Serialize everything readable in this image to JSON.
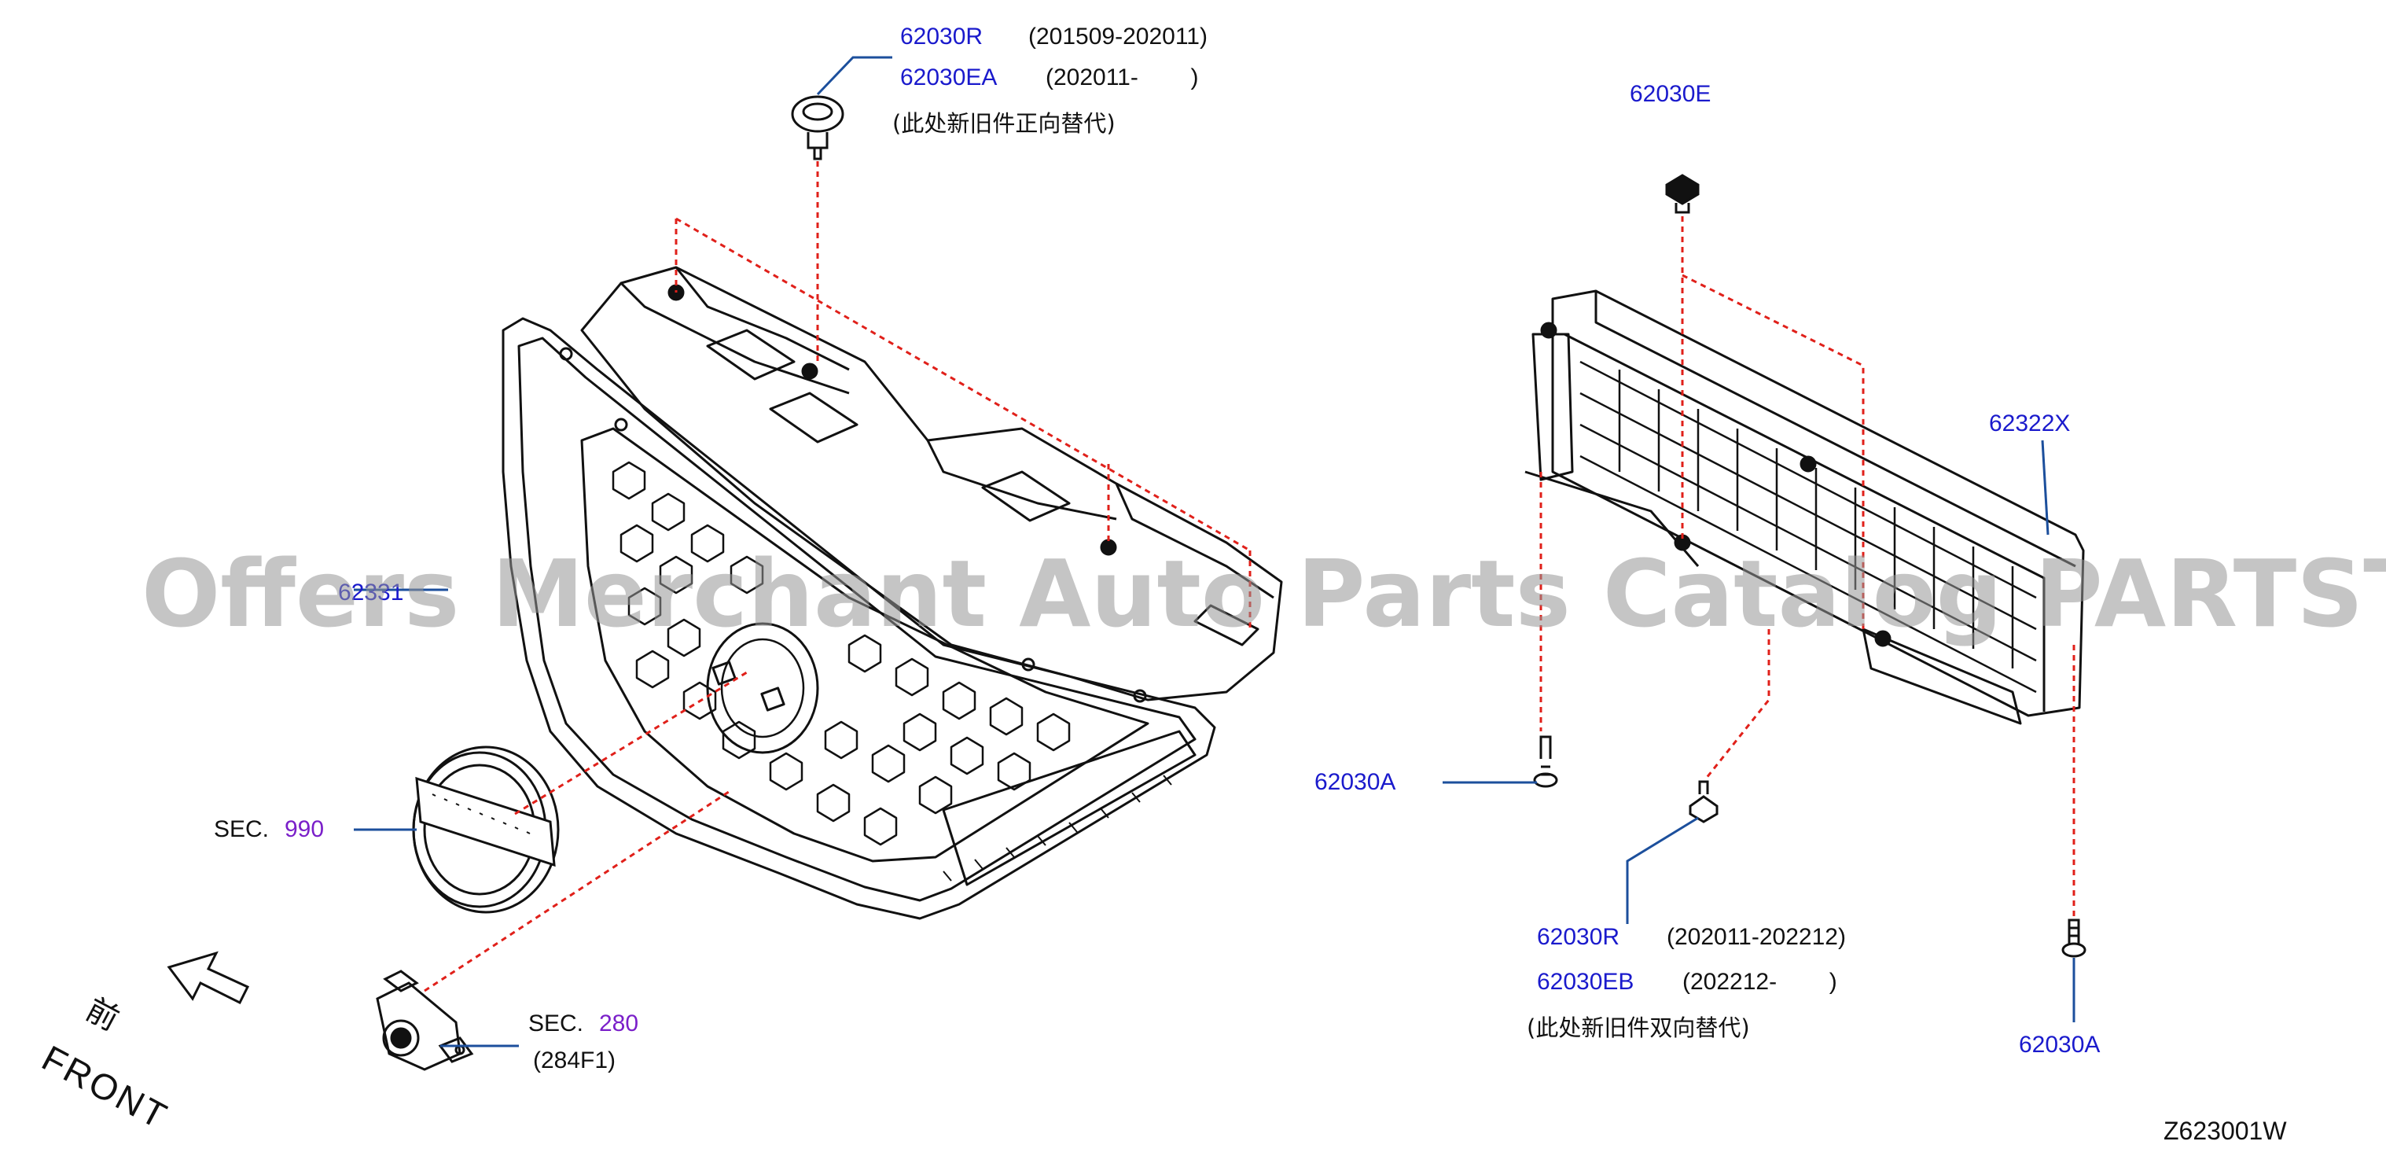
{
  "callouts": {
    "clip_top": {
      "part_a": "62030R",
      "part_a_range": "(201509-202011)",
      "part_b": "62030EA",
      "part_b_range": "(202011-        )",
      "note": "(此处新旧件正向替代)"
    },
    "clip_e": "62030E",
    "vent_grille": "62322X",
    "grille_main": "62331",
    "screw_left": "62030A",
    "clip_bottom": {
      "part_a": "62030R",
      "part_a_range": "(202011-202212)",
      "part_b": "62030EB",
      "part_b_range": "(202212-        )",
      "note": "(此处新旧件双向替代)"
    },
    "screw_right": "62030A",
    "emblem": {
      "prefix": "SEC.",
      "section": "990"
    },
    "camera": {
      "prefix": "SEC.",
      "section": "280",
      "sub": "(284F1)"
    }
  },
  "front_indicator": {
    "cn": "前",
    "en": "FRONT"
  },
  "diagram_code": "Z623001W",
  "watermark": "Offers Merchant Auto Parts Catalog PARTSTORE.SA",
  "colors": {
    "part_number": "#1a1acc",
    "section_ref": "#7a1fc9",
    "leader": "#1c4f9c",
    "dashed": "#e0201a",
    "line": "#111111"
  }
}
